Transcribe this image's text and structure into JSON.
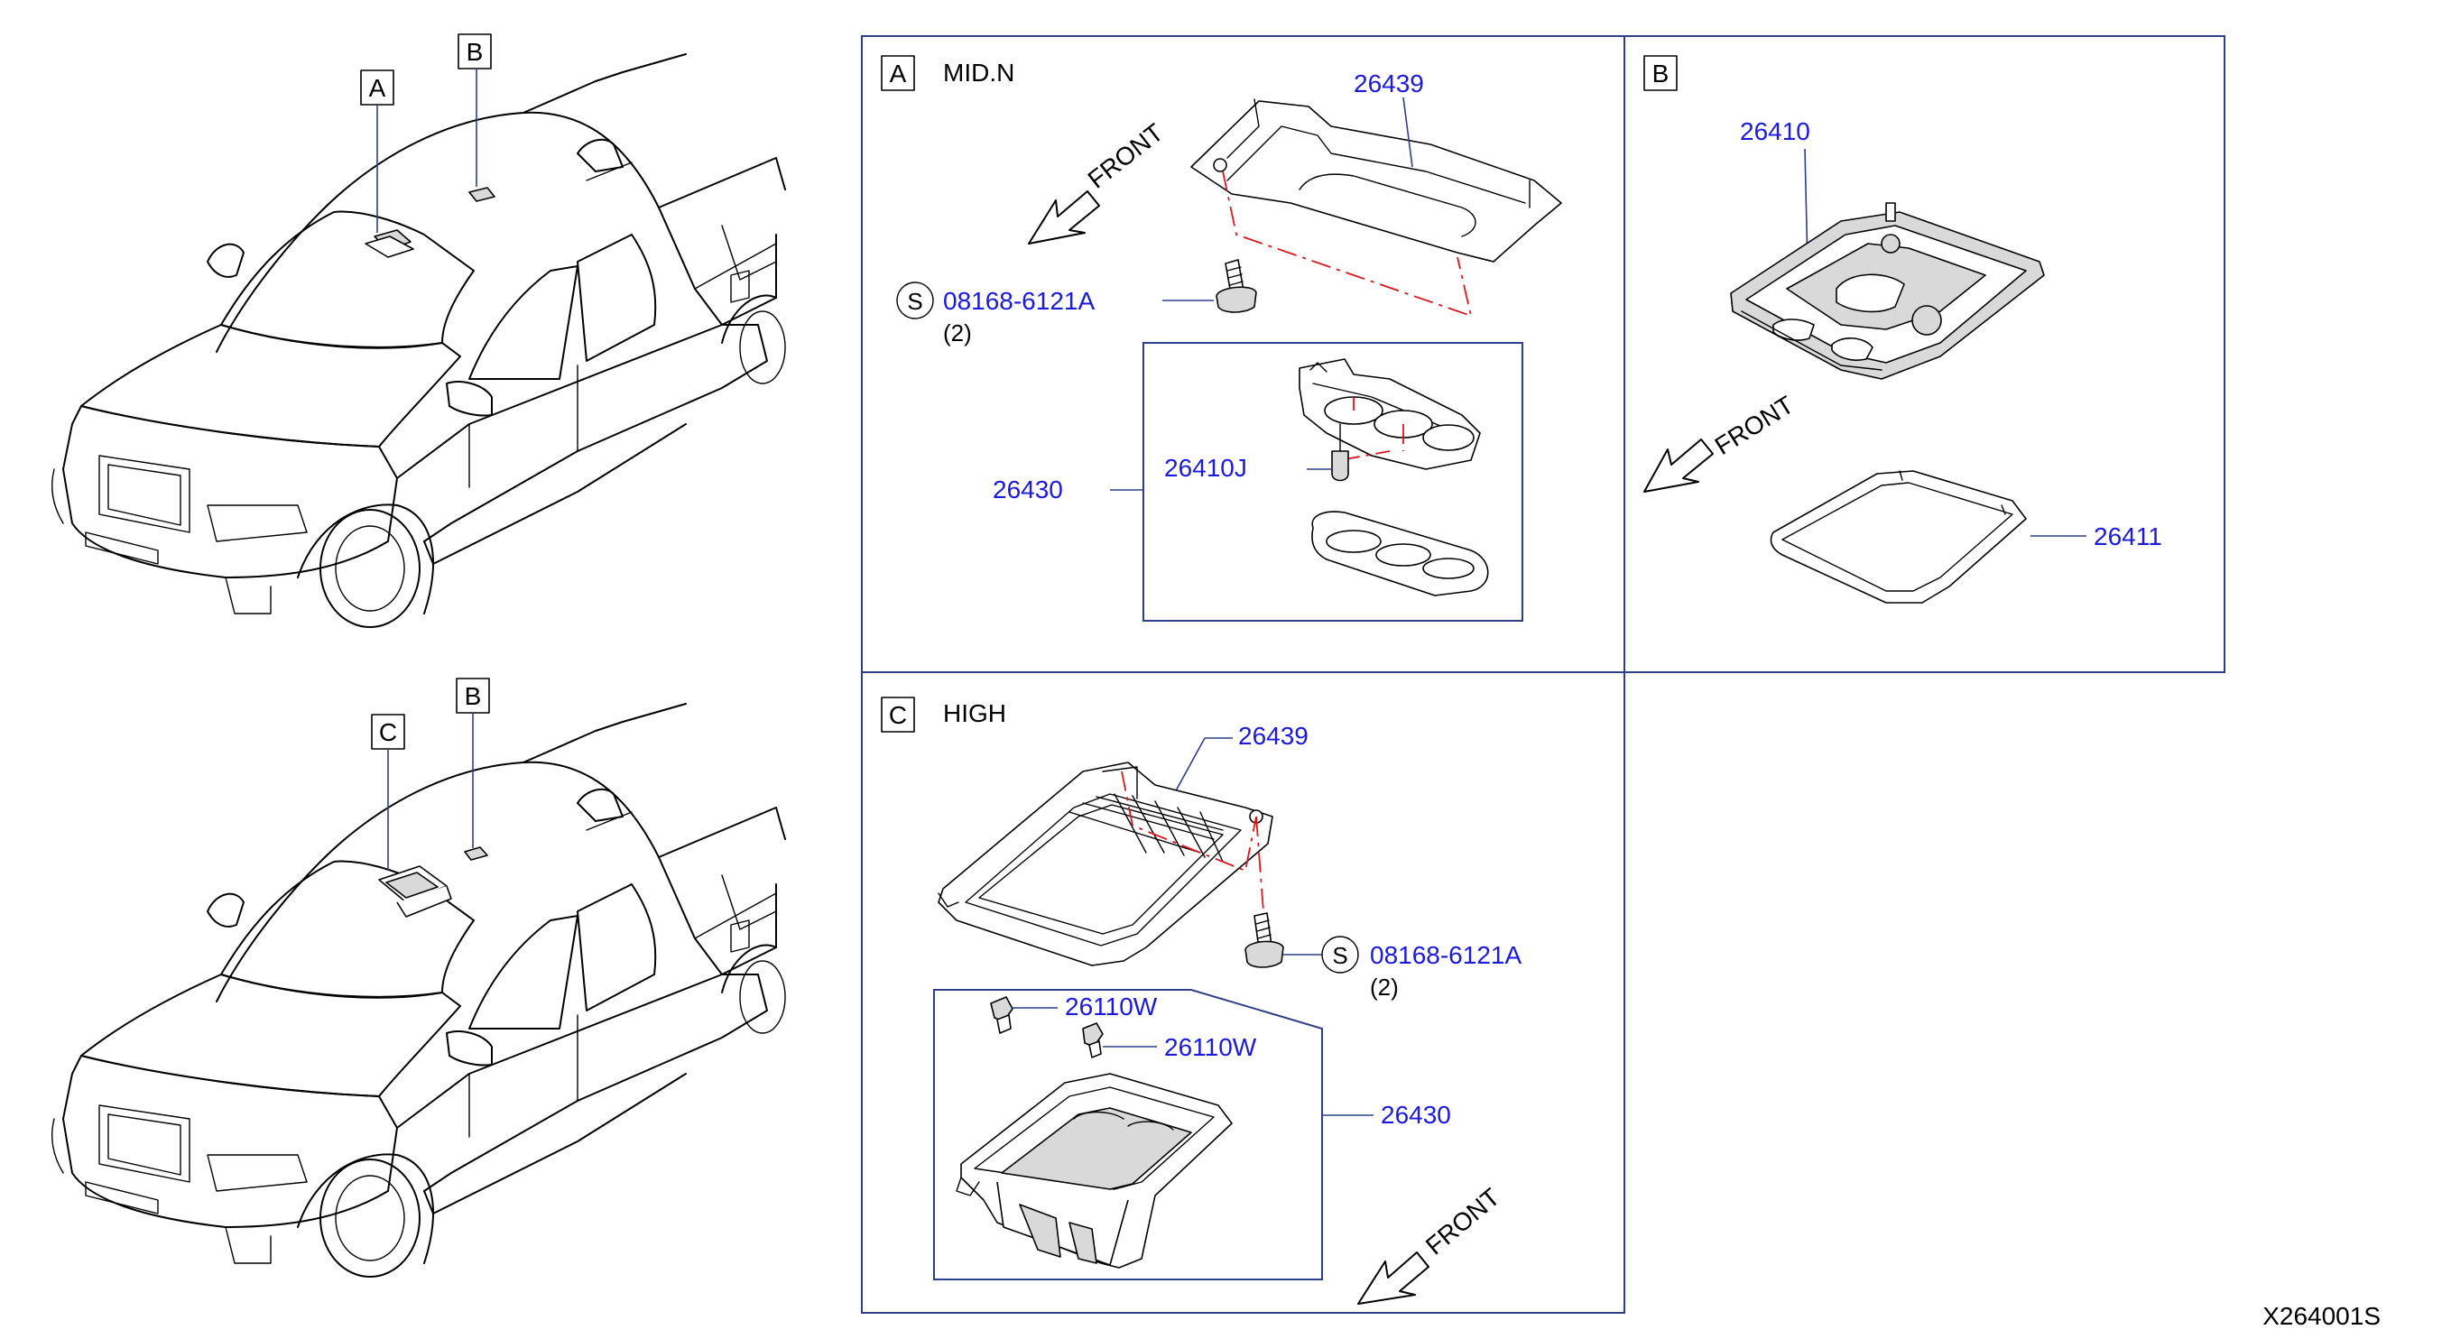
{
  "vehicle_views": {
    "mid": {
      "callout_a": "A",
      "callout_b": "B"
    },
    "high": {
      "callout_c": "C",
      "callout_b": "B"
    }
  },
  "panel_a": {
    "letter": "A",
    "title": "MID.N",
    "front_label": "FRONT",
    "parts": {
      "bracket": "26439",
      "screw": "08168-6121A",
      "screw_qty": "(2)",
      "screw_symbol": "S",
      "lamp_assy": "26430",
      "bulb": "26410J"
    }
  },
  "panel_b": {
    "letter": "B",
    "front_label": "FRONT",
    "parts": {
      "lamp": "26410",
      "lens": "26411"
    }
  },
  "panel_c": {
    "letter": "C",
    "title": "HIGH",
    "front_label": "FRONT",
    "parts": {
      "bracket": "26439",
      "screw": "08168-6121A",
      "screw_qty": "(2)",
      "screw_symbol": "S",
      "clip_1": "26110W",
      "clip_2": "26110W",
      "console_assy": "26430"
    }
  },
  "diagram_code": "X264001S"
}
